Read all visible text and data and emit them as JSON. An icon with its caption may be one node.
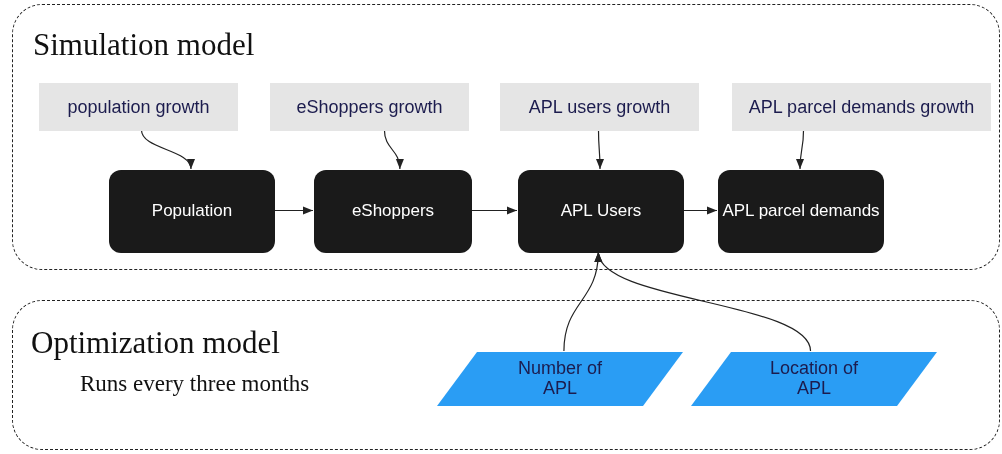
{
  "diagram": {
    "nodes": [
      {
        "text": [
          "Simulation model"
        ]
      },
      {
        "text": [
          "population growth"
        ],
        "in": 0
      },
      {
        "text": [
          "eShoppers growth"
        ],
        "in": 0
      },
      {
        "text": [
          "APL users growth"
        ],
        "in": 0
      },
      {
        "text": [
          "APL parcel demands growth"
        ],
        "in": 0
      },
      {
        "text": [
          "Population"
        ],
        "in": 0
      },
      {
        "text": [
          "eShoppers"
        ],
        "in": 0
      },
      {
        "text": [
          "APL Users"
        ],
        "in": 0
      },
      {
        "text": [
          "APL parcel demands"
        ],
        "in": 0
      },
      {
        "text": [
          "Optimization model",
          "Runs every three months"
        ]
      },
      {
        "text": [
          "Number of APL"
        ],
        "in": 9
      },
      {
        "text": [
          "Location of APL"
        ],
        "in": 9
      }
    ],
    "edges": [
      {
        "from": 1,
        "to": 5,
        "arrow": "to"
      },
      {
        "from": 2,
        "to": 6,
        "arrow": "to"
      },
      {
        "from": 3,
        "to": 7,
        "arrow": "to"
      },
      {
        "from": 4,
        "to": 8,
        "arrow": "to"
      },
      {
        "from": 5,
        "to": 6,
        "arrow": "to"
      },
      {
        "from": 6,
        "to": 7,
        "arrow": "to"
      },
      {
        "from": 7,
        "to": 8,
        "arrow": "to"
      },
      {
        "from": 10,
        "to": 7,
        "arrow": "to"
      },
      {
        "from": 11,
        "to": 7,
        "arrow": "to"
      }
    ]
  }
}
